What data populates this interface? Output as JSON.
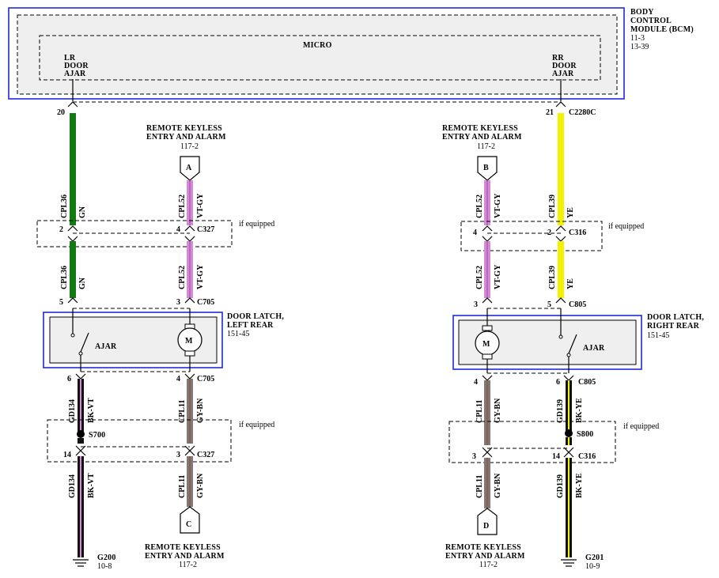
{
  "bcm": {
    "title_line1": "BODY",
    "title_line2": "CONTROL",
    "title_line3": "MODULE (BCM)",
    "page_ref1": "11-3",
    "page_ref2": "13-39",
    "micro_label": "MICRO",
    "lr_line1": "LR",
    "lr_line2": "DOOR",
    "lr_line3": "AJAR",
    "rr_line1": "RR",
    "rr_line2": "DOOR",
    "rr_line3": "AJAR",
    "pin_lr": "20",
    "pin_rr": "21",
    "connector": "C2280C"
  },
  "rke_top_left": {
    "line1": "REMOTE KEYLESS",
    "line2": "ENTRY AND ALARM",
    "ref": "117-2",
    "tag": "A"
  },
  "rke_top_right": {
    "line1": "REMOTE KEYLESS",
    "line2": "ENTRY AND ALARM",
    "ref": "117-2",
    "tag": "B"
  },
  "rke_bottom_left": {
    "line1": "REMOTE KEYLESS",
    "line2": "ENTRY AND ALARM",
    "ref": "117-2",
    "tag": "C"
  },
  "rke_bottom_right": {
    "line1": "REMOTE KEYLESS",
    "line2": "ENTRY AND ALARM",
    "ref": "117-2",
    "tag": "D"
  },
  "if_equipped": "if equipped",
  "left": {
    "c327": "C327",
    "c705": "C705",
    "pin_gn_c327": "2",
    "pin_vt_c327": "4",
    "pin_gn_c705": "5",
    "pin_vt_c705": "3",
    "pin_bk_c705": "6",
    "pin_gy_c705": "4",
    "pin_bk_c327": "14",
    "pin_gy_c327": "3",
    "latch_line1": "DOOR LATCH,",
    "latch_line2": "LEFT REAR",
    "latch_ref": "151-45",
    "ajar": "AJAR",
    "motor": "M",
    "splice": "S700",
    "ground": "G200",
    "ground_ref": "10-8"
  },
  "right": {
    "c316": "C316",
    "c805": "C805",
    "pin_vt_c316": "4",
    "pin_ye_c316": "2",
    "pin_vt_c805": "3",
    "pin_ye_c805": "5",
    "pin_gy_c805": "4",
    "pin_bk_c805": "6",
    "pin_gy_c316": "3",
    "pin_bk_c316": "14",
    "latch_line1": "DOOR LATCH,",
    "latch_line2": "RIGHT REAR",
    "latch_ref": "151-45",
    "ajar": "AJAR",
    "motor": "M",
    "splice": "S800",
    "ground": "G201",
    "ground_ref": "10-9"
  },
  "wires": {
    "cpl36": "CPL36",
    "gn": "GN",
    "cpl52": "CPL52",
    "vt_gy": "VT-GY",
    "cpl39": "CPL39",
    "ye": "YE",
    "gd134": "GD134",
    "bk_vt": "BK-VT",
    "cpl11": "CPL11",
    "gy_bn": "GY-BN",
    "gd139": "GD139",
    "bk_ye": "BK-YE"
  },
  "colors": {
    "frame_blue": "#1f2bd6",
    "box_fill": "#efefef",
    "green": "#117a11",
    "violet": "#d48ad6",
    "violet_dark": "#9a4a9c",
    "yellow": "#f2f200",
    "gray": "#7a7a7a",
    "brown": "#9a5a4a",
    "black": "#111111"
  }
}
